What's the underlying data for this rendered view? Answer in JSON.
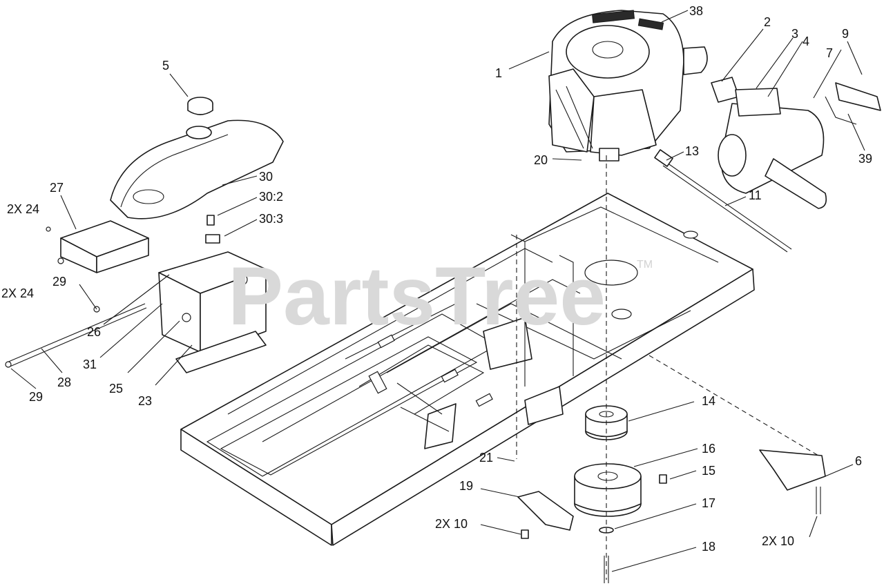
{
  "watermark": {
    "brand": "PartsTree",
    "trademark": "TM"
  },
  "labels": [
    {
      "id": "38",
      "text": "38"
    },
    {
      "id": "1",
      "text": "1"
    },
    {
      "id": "2",
      "text": "2"
    },
    {
      "id": "3",
      "text": "3"
    },
    {
      "id": "4",
      "text": "4"
    },
    {
      "id": "9",
      "text": "9"
    },
    {
      "id": "7",
      "text": "7"
    },
    {
      "id": "39",
      "text": "39"
    },
    {
      "id": "5",
      "text": "5"
    },
    {
      "id": "30",
      "text": "30"
    },
    {
      "id": "30-2",
      "text": "30:2"
    },
    {
      "id": "30-3",
      "text": "30:3"
    },
    {
      "id": "27",
      "text": "27"
    },
    {
      "id": "2x24-top",
      "text": "2X 24"
    },
    {
      "id": "2x24-bottom",
      "text": "2X 24"
    },
    {
      "id": "29-top",
      "text": "29"
    },
    {
      "id": "26",
      "text": "26"
    },
    {
      "id": "31",
      "text": "31"
    },
    {
      "id": "25",
      "text": "25"
    },
    {
      "id": "23",
      "text": "23"
    },
    {
      "id": "28",
      "text": "28"
    },
    {
      "id": "29-bottom",
      "text": "29"
    },
    {
      "id": "20",
      "text": "20"
    },
    {
      "id": "13",
      "text": "13"
    },
    {
      "id": "11",
      "text": "11"
    },
    {
      "id": "14",
      "text": "14"
    },
    {
      "id": "16",
      "text": "16"
    },
    {
      "id": "15",
      "text": "15"
    },
    {
      "id": "17",
      "text": "17"
    },
    {
      "id": "18",
      "text": "18"
    },
    {
      "id": "21",
      "text": "21"
    },
    {
      "id": "19",
      "text": "19"
    },
    {
      "id": "2x10-left",
      "text": "2X 10"
    },
    {
      "id": "2x10-right",
      "text": "2X 10"
    },
    {
      "id": "6",
      "text": "6"
    }
  ]
}
